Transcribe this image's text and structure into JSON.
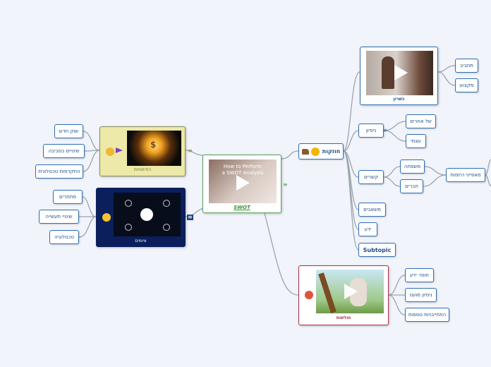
{
  "central": {
    "title": "SWOT",
    "video_title_line1": "How to Perform",
    "video_title_line2": "a SWOT Analysis"
  },
  "strengths": {
    "label": "חוזקות",
    "video": {
      "caption": "כשרון"
    },
    "video_children": [
      "תחביב",
      "מקצוע"
    ],
    "experience": {
      "label": "ניסיון",
      "children": [
        "של אחרים",
        "עצמי"
      ]
    },
    "contacts": {
      "label": "קשרים",
      "children": [
        "משפחה",
        "חברים"
      ],
      "shared": "מאפייני היזמות"
    },
    "resources": "משאבים",
    "knowledge": "ידע",
    "subtopic": "Subtopic"
  },
  "weaknesses": {
    "caption": "חולשות",
    "children": [
      "חוסר ידע",
      "ניסיון מועט",
      "התחייבויות נוספות"
    ]
  },
  "opportunities": {
    "caption": "הזדמנויות",
    "children": [
      "שוק חדש",
      "שינויים בסביבה",
      "התקדמות טכנולוגית"
    ]
  },
  "threats": {
    "caption": "איומים",
    "children": [
      "מתחרים",
      "שינויי תעשייה",
      "טכנולוגיה"
    ]
  },
  "colors": {
    "link": "#9aa4ad",
    "node_border": "#2f6fb3",
    "strength_dark": "#1e4d88",
    "weak": "#a8344f",
    "opp_bg": "#ede9a8",
    "threat_bg": "#0a1f5c",
    "central_border": "#5aa05a"
  }
}
